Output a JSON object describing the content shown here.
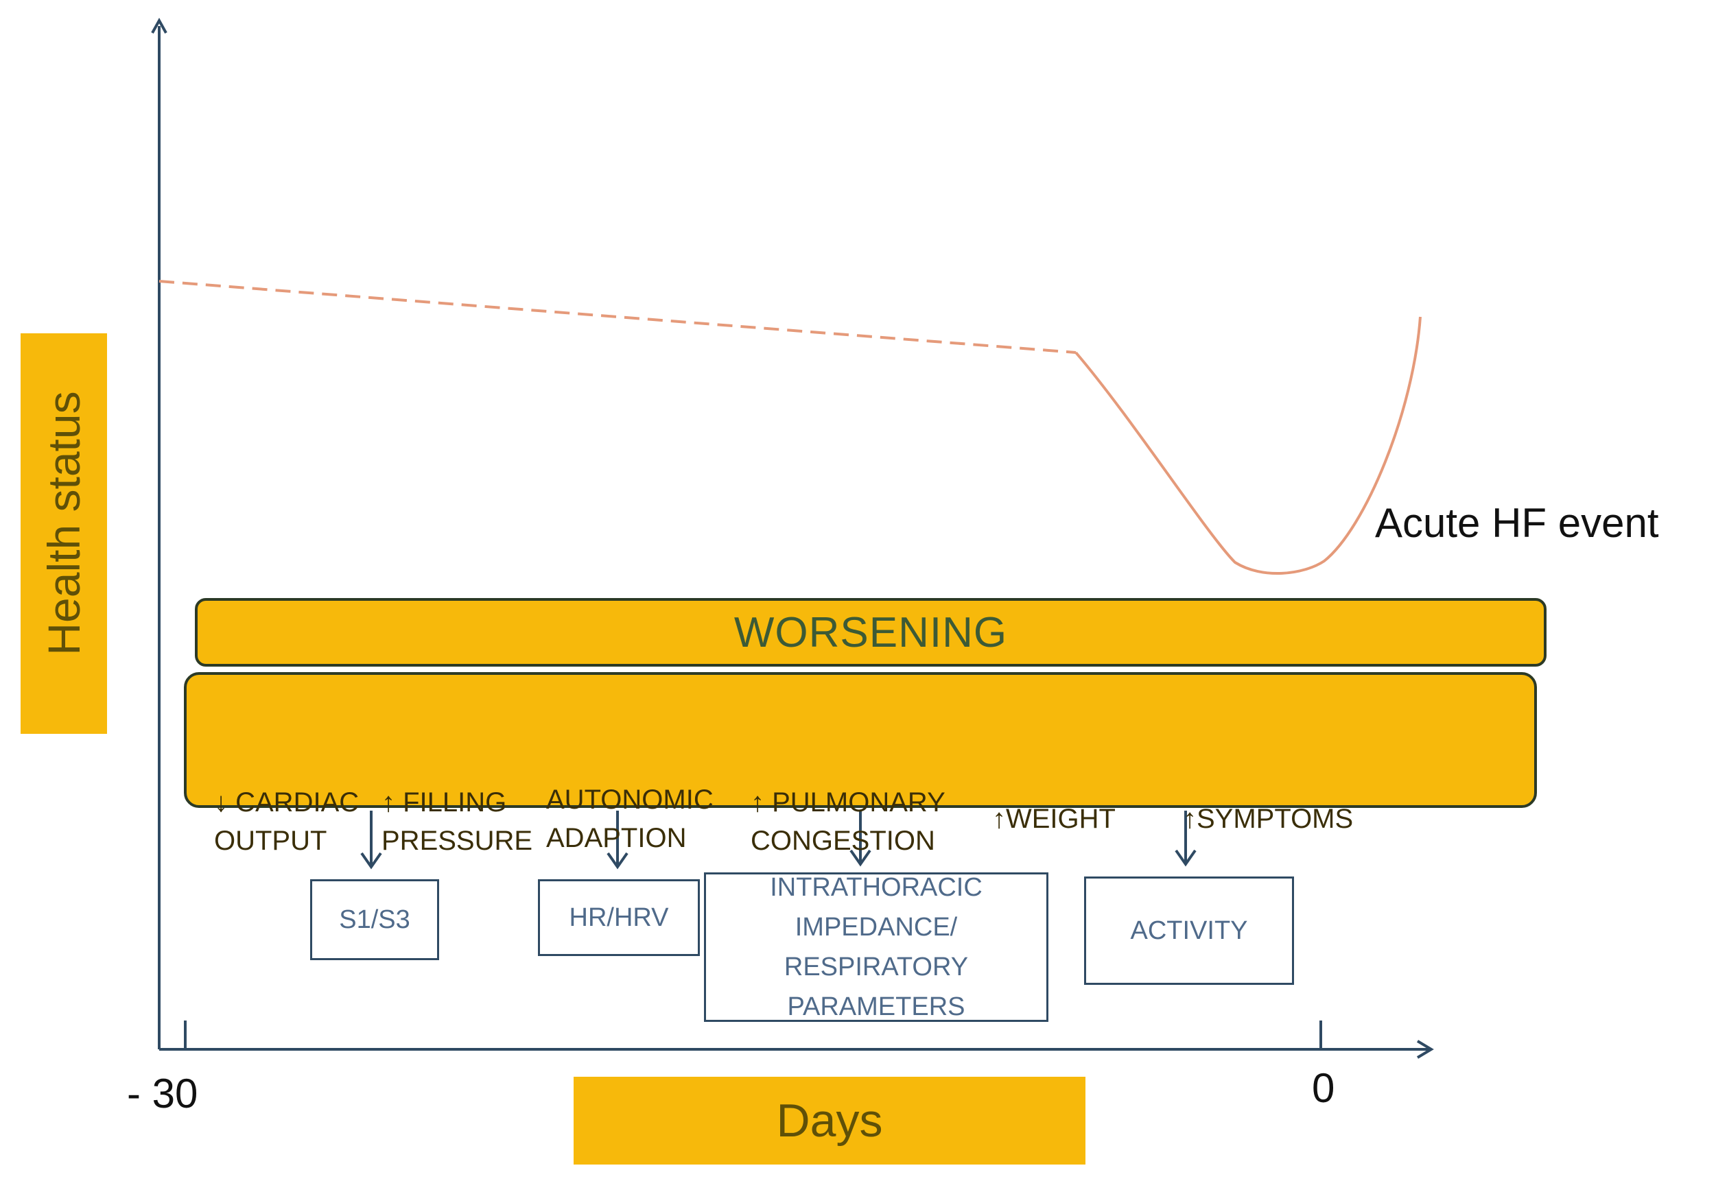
{
  "axes": {
    "y_label": "Health status",
    "x_label": "Days",
    "x_ticks": [
      "- 30",
      "0"
    ]
  },
  "curve": {
    "annotation": "Acute HF event",
    "color": "#e59a7a"
  },
  "worsening": {
    "title": "WORSENING"
  },
  "mechanisms": [
    {
      "line1": "↓ CARDIAC",
      "line2": "OUTPUT"
    },
    {
      "line1": "↑ FILLING",
      "line2": "PRESSURE"
    },
    {
      "line1": "AUTONOMIC",
      "line2": "ADAPTION"
    },
    {
      "line1": "↑ PULMONARY",
      "line2": "CONGESTION"
    },
    {
      "line1": "↑WEIGHT"
    },
    {
      "line1": "↑SYMPTOMS"
    }
  ],
  "sensors": [
    {
      "label": "S1/S3"
    },
    {
      "label": "HR/HRV"
    },
    {
      "label": "INTRATHORACIC\nIMPEDANCE/\nRESPIRATORY\nPARAMETERS"
    },
    {
      "label": "ACTIVITY"
    }
  ],
  "colors": {
    "accent": "#f7b90b",
    "axis": "#2f4a63",
    "panel_border": "#2c3a26"
  }
}
